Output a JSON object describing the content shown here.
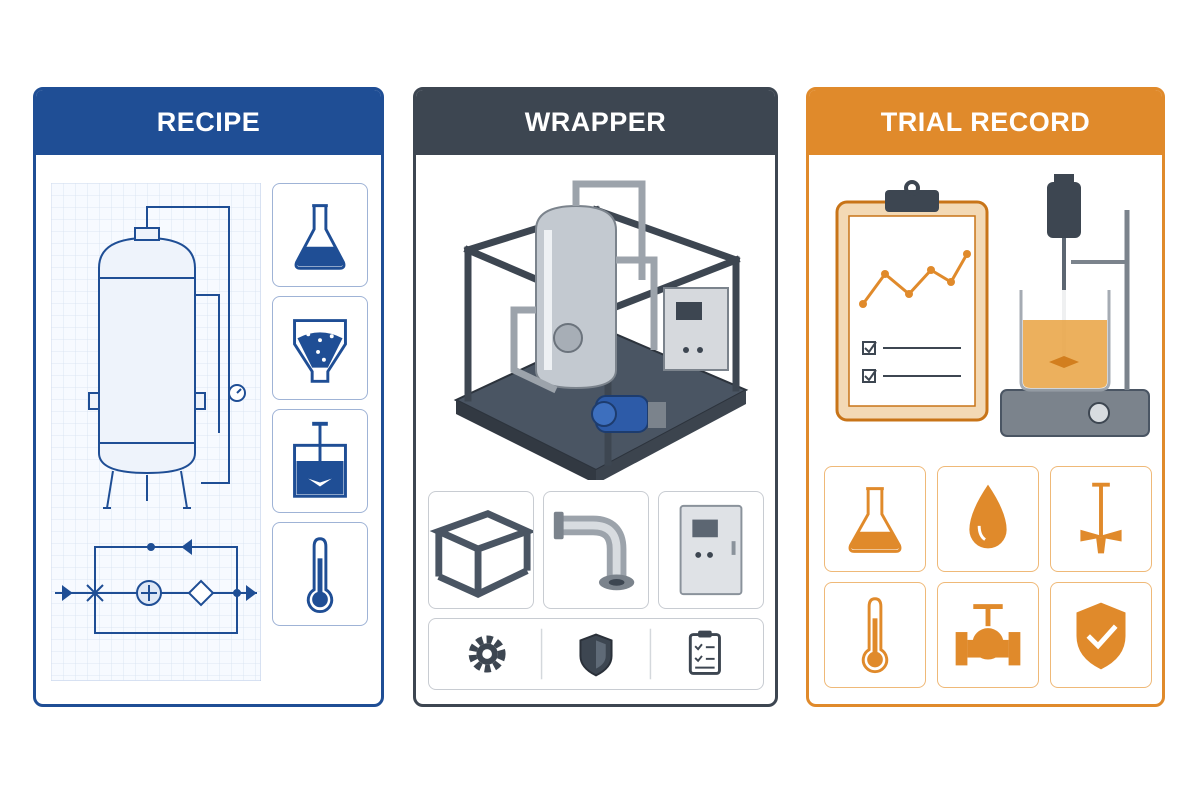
{
  "panels": {
    "recipe": {
      "title": "RECIPE",
      "accent": "#1f4e95"
    },
    "wrapper": {
      "title": "WRAPPER",
      "accent": "#3d4651"
    },
    "trial_record": {
      "title": "TRIAL RECORD",
      "accent": "#e08a2b"
    }
  },
  "icons": {
    "recipe": [
      "flask-icon",
      "hopper-icon",
      "mixing-tank-icon",
      "thermometer-icon"
    ],
    "wrapper_parts": [
      "frame-icon",
      "pipe-elbow-icon",
      "control-cabinet-icon"
    ],
    "wrapper_strip": [
      "gear-icon",
      "shield-icon",
      "checklist-clipboard-icon"
    ],
    "trial_record": [
      "flask-icon",
      "droplet-icon",
      "agitator-icon",
      "thermometer-icon",
      "valve-icon",
      "shield-check-icon"
    ]
  }
}
